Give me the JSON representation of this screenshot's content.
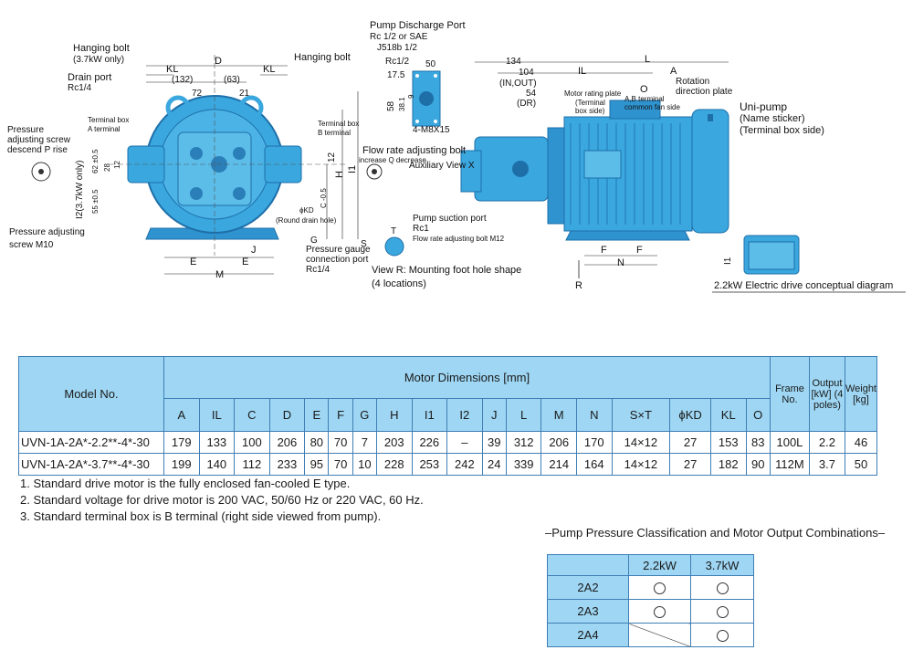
{
  "drawing": {
    "labels": {
      "hanging_bolt_left": "Hanging bolt",
      "hanging_bolt_left_note": "(3.7kW only)",
      "hanging_bolt_right": "Hanging bolt",
      "drain_port": "Drain port",
      "drain_port_size": "Rc1/4",
      "terminal_box_a": "Terminal box",
      "terminal_a": "A terminal",
      "terminal_box_b": "Terminal box",
      "terminal_b": "B terminal",
      "pressure_screw": "Pressure",
      "pressure_screw_2": "adjusting screw",
      "pressure_screw_3": "descend P rise",
      "pressure_adj_screw": "Pressure adjusting",
      "pressure_adj_screw_2": "screw  M10",
      "round_drain_hole": "(Round drain hole)",
      "kd": "ϕKD",
      "gauge_port": "Pressure gauge",
      "gauge_port_2": "connection port",
      "gauge_port_3": "Rc1/4",
      "view_r": "View R: Mounting foot hole shape",
      "view_r_2": "(4 locations)",
      "pump_discharge": "Pump Discharge Port",
      "pump_discharge_2": "Rc 1/2 or SAE",
      "pump_discharge_3": "J518b 1/2",
      "rc12": "Rc1/2",
      "m8": "4-M8X15",
      "flow_bolt": "Flow rate adjusting bolt",
      "flow_bolt_2": "increase Q decrease",
      "aux_view": "Auxiliary View X",
      "suction": "Pump suction port",
      "suction_2": "Rc1",
      "flow_bolt_3": "Flow rate adjusting bolt   M12",
      "in_out": "(IN,OUT)",
      "dr": "(DR)",
      "motor_plate": "Motor rating plate",
      "motor_plate_2": "(Terminal",
      "motor_plate_3": "box side)",
      "ab_terminal": "A,B terminal",
      "ab_terminal_2": "common fan side",
      "rotation_plate": "Rotation",
      "rotation_plate_2": "direction plate",
      "unipump": "Uni-pump",
      "unipump_2": "(Name sticker)",
      "unipump_3": "(Terminal box side)",
      "conceptual": "2.2kW Electric drive conceptual diagram",
      "d_D": "D",
      "d_KL": "KL",
      "d_KL2": "KL",
      "d_132": "(132)",
      "d_63": "(63)",
      "d_72": "72",
      "d_21": "21",
      "d_E": "E",
      "d_E2": "E",
      "d_M": "M",
      "d_J": "J",
      "d_G": "G",
      "d_S": "S",
      "d_T": "T",
      "d_62": "62 ±0.5",
      "d_28": "28",
      "d_12a": "12",
      "d_55": "55 ±0.5",
      "d_I2": "I2(3.7kW only)",
      "d_I1": "I1",
      "d_H": "H",
      "d_C": "C -0.5",
      "d_12b": "12",
      "d_50": "50",
      "d_175": "17.5",
      "d_58": "58",
      "d_381": "38.1",
      "d_9": "9",
      "d_134": "134",
      "d_104": "104",
      "d_54": "54",
      "d_IL": "IL",
      "d_L": "L",
      "d_A": "A",
      "d_O": "O",
      "d_F": "F",
      "d_F2": "F",
      "d_N": "N",
      "d_R": "R",
      "d_I1b": "I1"
    }
  },
  "dims_table": {
    "header_model": "Model No.",
    "header_motor": "Motor Dimensions [mm]",
    "header_frame": "Frame No.",
    "header_output": "Output [kW] (4 poles)",
    "header_weight": "Weight [kg]",
    "columns": [
      "A",
      "IL",
      "C",
      "D",
      "E",
      "F",
      "G",
      "H",
      "I1",
      "I2",
      "J",
      "L",
      "M",
      "N",
      "S×T",
      "ϕKD",
      "KL",
      "O"
    ],
    "rows": [
      {
        "model": "UVN-1A-2A*-2.2**-4*-30",
        "values": [
          "179",
          "133",
          "100",
          "206",
          "80",
          "70",
          "7",
          "203",
          "226",
          "–",
          "39",
          "312",
          "206",
          "170",
          "14×12",
          "27",
          "153",
          "83"
        ],
        "frame": "100L",
        "output": "2.2",
        "weight": "46"
      },
      {
        "model": "UVN-1A-2A*-3.7**-4*-30",
        "values": [
          "199",
          "140",
          "112",
          "233",
          "95",
          "70",
          "10",
          "228",
          "253",
          "242",
          "24",
          "339",
          "214",
          "164",
          "14×12",
          "27",
          "182",
          "90"
        ],
        "frame": "112M",
        "output": "3.7",
        "weight": "50"
      }
    ]
  },
  "notes": [
    "1. Standard drive motor is the fully enclosed fan-cooled E type.",
    "2. Standard voltage for drive motor is 200 VAC, 50/60 Hz or 220 VAC, 60 Hz.",
    "3. Standard terminal box is B terminal (right side viewed from pump)."
  ],
  "combo": {
    "title": "–Pump Pressure Classification and Motor Output Combinations–",
    "columns": [
      "2.2kW",
      "3.7kW"
    ],
    "rows": [
      {
        "label": "2A2",
        "c22": true,
        "c37": true
      },
      {
        "label": "2A3",
        "c22": true,
        "c37": true
      },
      {
        "label": "2A4",
        "c22": false,
        "c37": true
      }
    ]
  },
  "colors": {
    "motor": "#3aa7df",
    "motor_dark": "#1e6fa8",
    "table_header": "#9ed6f3",
    "border": "#3f7fb5"
  }
}
